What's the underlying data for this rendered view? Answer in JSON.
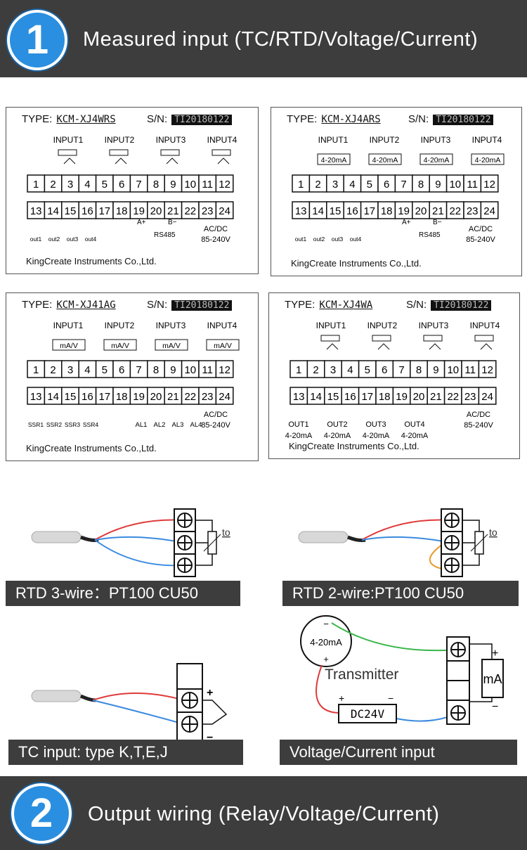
{
  "section1": {
    "number": "1",
    "title": "Measured input (TC/RTD/Voltage/Current)"
  },
  "section2": {
    "number": "2",
    "title": "Output wiring (Relay/Voltage/Current)"
  },
  "common": {
    "type_label": "TYPE:",
    "sn_label": "S/N:",
    "sn_value": "TI20180122",
    "company": "KingCreate Instruments Co.,Ltd.",
    "top_terminals": [
      "1",
      "2",
      "3",
      "4",
      "5",
      "6",
      "7",
      "8",
      "9",
      "10",
      "11",
      "12"
    ],
    "bottom_terminals": [
      "13",
      "14",
      "15",
      "16",
      "17",
      "18",
      "19",
      "20",
      "21",
      "22",
      "23",
      "24"
    ],
    "inputs": [
      "INPUT1",
      "INPUT2",
      "INPUT3",
      "INPUT4"
    ],
    "acdc": "AC/DC",
    "voltage": "85-240V"
  },
  "panels": [
    {
      "model": "KCM-XJ4WRS",
      "input_kind": "rtd",
      "outputs": [
        "out1",
        "out2",
        "out3",
        "out4"
      ],
      "extra_labels": [
        "A+",
        "B−",
        "RS485"
      ]
    },
    {
      "model": "KCM-XJ4ARS",
      "input_kind": "current",
      "input_box": "4-20mA",
      "outputs": [
        "out1",
        "out2",
        "out3",
        "out4"
      ],
      "extra_labels": [
        "A+",
        "B−",
        "RS485"
      ]
    },
    {
      "model": "KCM-XJ41AG",
      "input_kind": "mav",
      "input_box": "mA/V",
      "outputs": [
        "SSR1",
        "SSR2",
        "SSR3",
        "SSR4"
      ],
      "alarms": [
        "AL1",
        "AL2",
        "AL3",
        "AL4"
      ]
    },
    {
      "model": "KCM-XJ4WA",
      "input_kind": "rtd",
      "outputs": [
        "OUT1",
        "OUT2",
        "OUT3",
        "OUT4"
      ],
      "out_sub": "4-20mA"
    }
  ],
  "wiring": {
    "rtd3": "RTD 3-wire：PT100 CU50",
    "rtd2": "RTD 2-wire:PT100 CU50",
    "tc": "TC input: type K,T,E,J",
    "vc": "Voltage/Current input",
    "transmitter": "Transmitter",
    "transmitter_range": "4-20mA",
    "dc": "DC24V",
    "ma": "mA",
    "to": "to",
    "plus": "+",
    "minus": "−"
  }
}
